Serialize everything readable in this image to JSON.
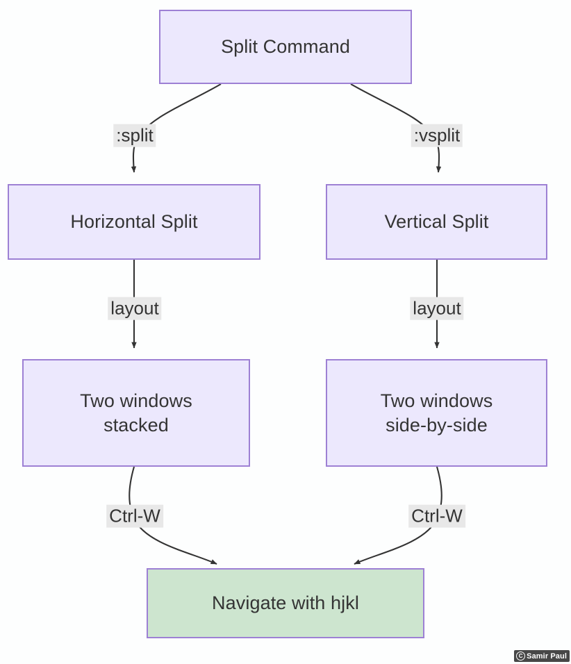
{
  "diagram": {
    "type": "flowchart",
    "direction": "top-down",
    "background_color": "#fdfefe",
    "node_fill_purple": "#ece8fd",
    "node_fill_green": "#cde5cf",
    "node_border_color": "#9d80d4",
    "edge_color": "#333333",
    "edge_label_background": "#e8e8e8",
    "nodes": [
      {
        "id": "split_command",
        "label": "Split Command",
        "style": "purple"
      },
      {
        "id": "horizontal_split",
        "label": "Horizontal Split",
        "style": "purple"
      },
      {
        "id": "vertical_split",
        "label": "Vertical Split",
        "style": "purple"
      },
      {
        "id": "two_windows_stacked",
        "label": "Two windows\nstacked",
        "style": "purple"
      },
      {
        "id": "two_windows_side_by_side",
        "label": "Two windows\nside-by-side",
        "style": "purple"
      },
      {
        "id": "navigate_hjkl",
        "label": "Navigate with hjkl",
        "style": "green"
      }
    ],
    "edges": [
      {
        "from": "split_command",
        "to": "horizontal_split",
        "label": ":split"
      },
      {
        "from": "split_command",
        "to": "vertical_split",
        "label": ":vsplit"
      },
      {
        "from": "horizontal_split",
        "to": "two_windows_stacked",
        "label": "layout"
      },
      {
        "from": "vertical_split",
        "to": "two_windows_side_by_side",
        "label": "layout"
      },
      {
        "from": "two_windows_stacked",
        "to": "navigate_hjkl",
        "label": "Ctrl-W"
      },
      {
        "from": "two_windows_side_by_side",
        "to": "navigate_hjkl",
        "label": "Ctrl-W"
      }
    ]
  },
  "watermark": {
    "mark": "C",
    "text": "Samir Paul"
  }
}
